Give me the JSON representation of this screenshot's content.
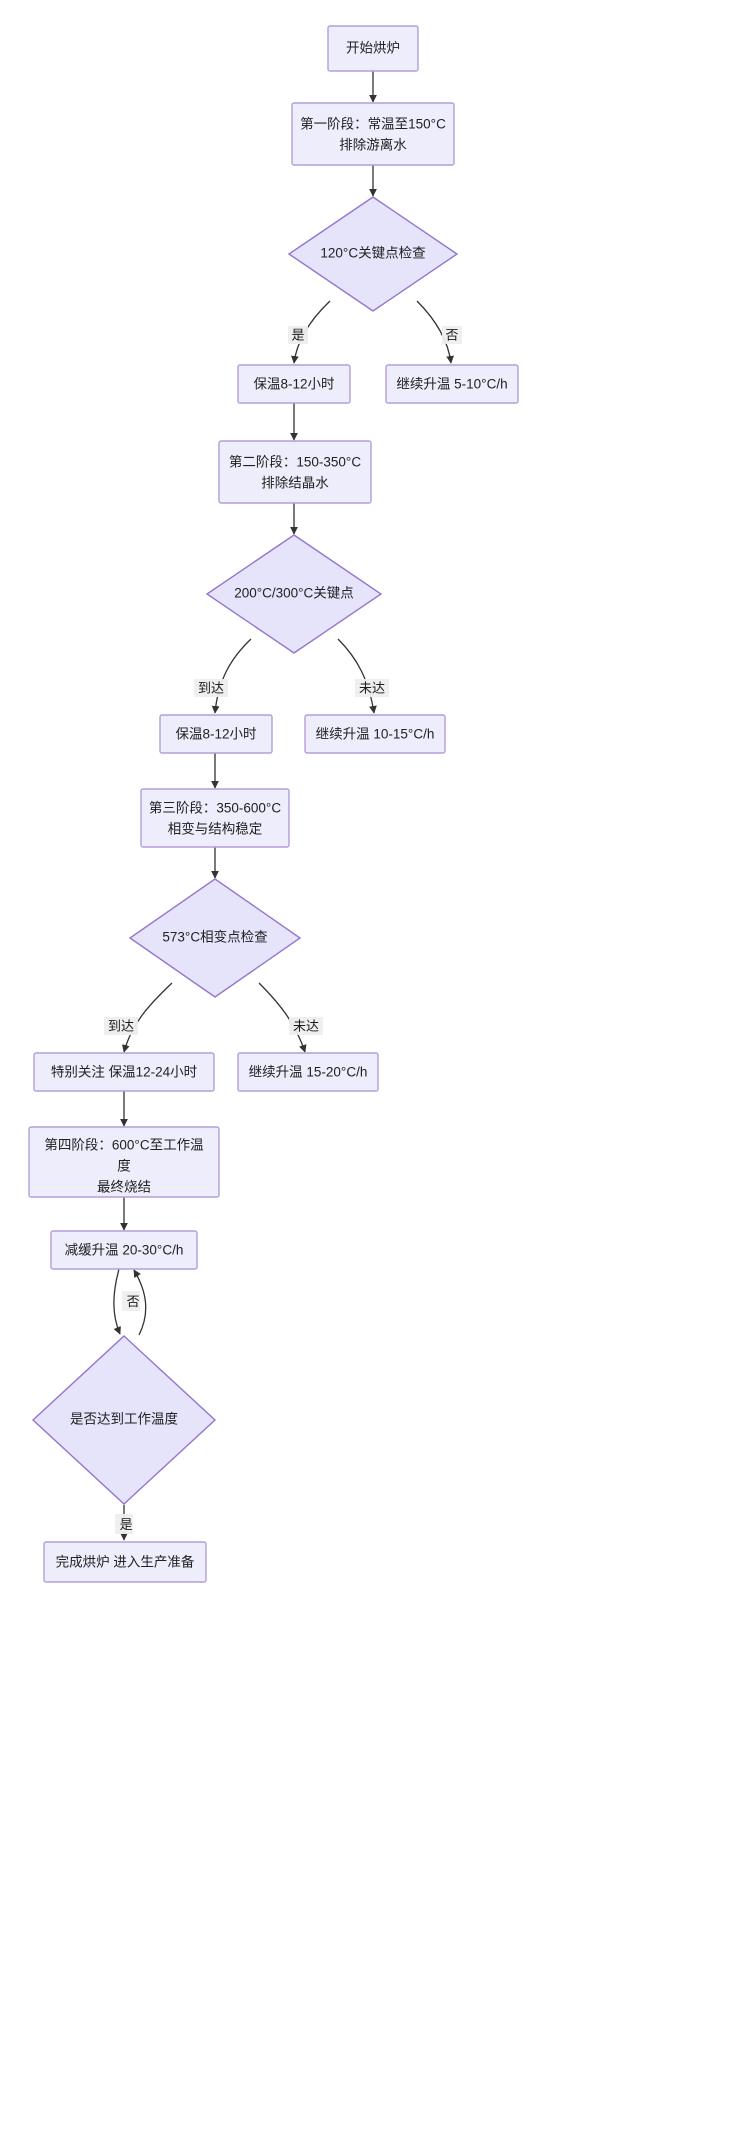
{
  "diagram": {
    "type": "flowchart",
    "orientation": "top-to-bottom",
    "title_text": "",
    "colors": {
      "node_fill": "#ededfc",
      "node_stroke": "#b39ddb",
      "decision_fill": "#e6e4fb",
      "decision_stroke": "#9575cd",
      "edge_stroke": "#333333",
      "text": "#212121",
      "label_bg": "#eeeeee",
      "canvas": "#ffffff"
    },
    "nodes": [
      {
        "id": "start",
        "shape": "rect",
        "lines": [
          "开始烘炉"
        ]
      },
      {
        "id": "stage1",
        "shape": "rect",
        "lines": [
          "第一阶段：常温至150°C",
          "排除游离水"
        ]
      },
      {
        "id": "check120",
        "shape": "diamond",
        "lines": [
          "120°C关键点检查"
        ]
      },
      {
        "id": "hold1",
        "shape": "rect",
        "lines": [
          "保温8-12小时"
        ]
      },
      {
        "id": "ramp1",
        "shape": "rect",
        "lines": [
          "继续升温 5-10°C/h"
        ]
      },
      {
        "id": "stage2",
        "shape": "rect",
        "lines": [
          "第二阶段：150-350°C",
          "排除结晶水"
        ]
      },
      {
        "id": "check200300",
        "shape": "diamond",
        "lines": [
          "200°C/300°C关键点"
        ]
      },
      {
        "id": "hold2",
        "shape": "rect",
        "lines": [
          "保温8-12小时"
        ]
      },
      {
        "id": "ramp2",
        "shape": "rect",
        "lines": [
          "继续升温 10-15°C/h"
        ]
      },
      {
        "id": "stage3",
        "shape": "rect",
        "lines": [
          "第三阶段：350-600°C",
          "相变与结构稳定"
        ]
      },
      {
        "id": "check573",
        "shape": "diamond",
        "lines": [
          "573°C相变点检查"
        ]
      },
      {
        "id": "hold3",
        "shape": "rect",
        "lines": [
          "特别关注 保温12-24小时"
        ]
      },
      {
        "id": "ramp3",
        "shape": "rect",
        "lines": [
          "继续升温 15-20°C/h"
        ]
      },
      {
        "id": "stage4",
        "shape": "rect",
        "lines": [
          "第四阶段：600°C至工作温",
          "度",
          "最终烧结"
        ]
      },
      {
        "id": "slowramp",
        "shape": "rect",
        "lines": [
          "减缓升温 20-30°C/h"
        ]
      },
      {
        "id": "checkwork",
        "shape": "diamond",
        "lines": [
          "是否达到工作温度"
        ]
      },
      {
        "id": "finish",
        "shape": "rect",
        "lines": [
          "完成烘炉 进入生产准备"
        ]
      }
    ],
    "edges": [
      {
        "from": "start",
        "to": "stage1",
        "label": ""
      },
      {
        "from": "stage1",
        "to": "check120",
        "label": ""
      },
      {
        "from": "check120",
        "to": "hold1",
        "label": "是"
      },
      {
        "from": "check120",
        "to": "ramp1",
        "label": "否"
      },
      {
        "from": "hold1",
        "to": "stage2",
        "label": ""
      },
      {
        "from": "stage2",
        "to": "check200300",
        "label": ""
      },
      {
        "from": "check200300",
        "to": "hold2",
        "label": "到达"
      },
      {
        "from": "check200300",
        "to": "ramp2",
        "label": "未达"
      },
      {
        "from": "hold2",
        "to": "stage3",
        "label": ""
      },
      {
        "from": "stage3",
        "to": "check573",
        "label": ""
      },
      {
        "from": "check573",
        "to": "hold3",
        "label": "到达"
      },
      {
        "from": "check573",
        "to": "ramp3",
        "label": "未达"
      },
      {
        "from": "hold3",
        "to": "stage4",
        "label": ""
      },
      {
        "from": "stage4",
        "to": "slowramp",
        "label": ""
      },
      {
        "from": "slowramp",
        "to": "checkwork",
        "label": ""
      },
      {
        "from": "checkwork",
        "to": "slowramp",
        "label": "否"
      },
      {
        "from": "checkwork",
        "to": "finish",
        "label": "是"
      }
    ]
  }
}
